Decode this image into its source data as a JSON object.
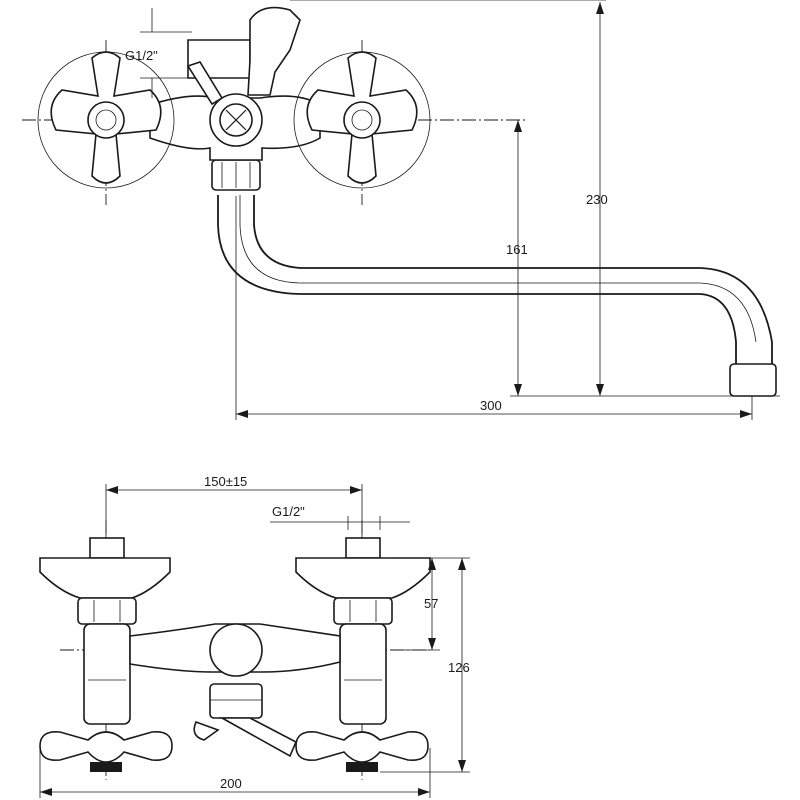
{
  "views": {
    "top": {
      "thread_label": "G1/2\"",
      "dim_height_total": "230",
      "dim_height_spout": "161",
      "dim_spout_length": "300"
    },
    "front": {
      "dim_center_distance": "150±15",
      "thread_label": "G1/2\"",
      "dim_handle_height": "57",
      "dim_total_height": "126",
      "dim_total_width": "200"
    }
  }
}
